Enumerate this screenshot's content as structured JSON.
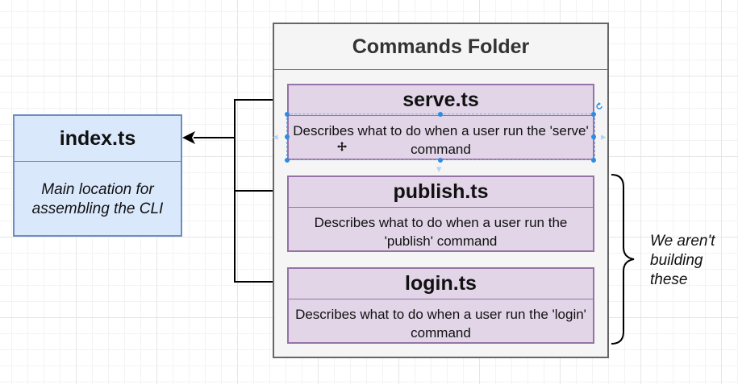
{
  "index_box": {
    "title": "index.ts",
    "description": "Main location for assembling the CLI"
  },
  "folder": {
    "title": "Commands Folder",
    "files": [
      {
        "name": "serve.ts",
        "description": "Describes what to do when a user run the 'serve' command"
      },
      {
        "name": "publish.ts",
        "description": "Describes what to do when a user run the 'publish' command"
      },
      {
        "name": "login.ts",
        "description": "Describes what to do when a user run the 'login' command"
      }
    ]
  },
  "note": {
    "text": "We aren't building these"
  },
  "colors": {
    "index_fill": "#dae8fc",
    "index_stroke": "#6c8ebf",
    "file_fill": "#e1d5e7",
    "file_stroke": "#9673a6",
    "folder_fill": "#f5f5f5",
    "folder_stroke": "#666666",
    "selection": "#2d8be3"
  },
  "icons": [
    "move-cursor-icon",
    "rotate-handle-icon"
  ]
}
